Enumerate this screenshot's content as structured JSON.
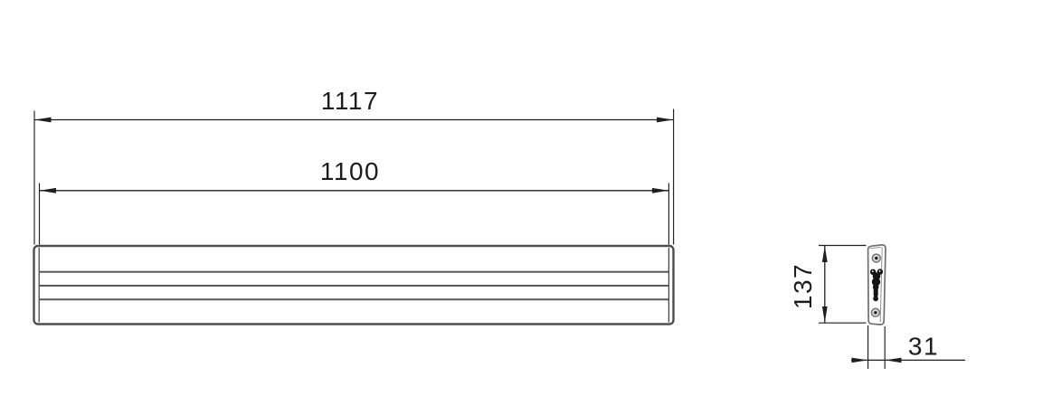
{
  "drawing": {
    "dimensions": {
      "overall_length": "1117",
      "inner_length": "1100",
      "height": "137",
      "depth": "31"
    },
    "colors": {
      "background": "#ffffff",
      "dimension_line": "#1f1f1f",
      "label_text": "#1c1c1c",
      "rail_edge": "#4e4e4e",
      "rail_groove": "#585858",
      "end_plate_outline": "#6f6f6f",
      "cleat_fill": "#141414"
    }
  }
}
